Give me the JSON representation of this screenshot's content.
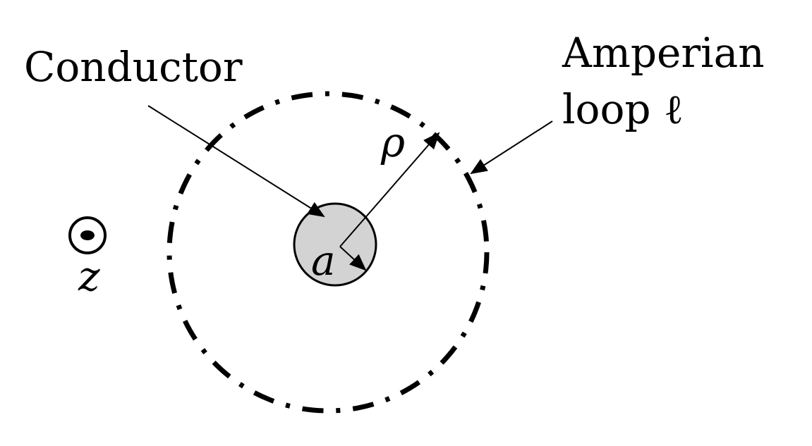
{
  "labels": {
    "conductor": "Conductor",
    "amperian_line1": "Amperian",
    "amperian_line2": "loop ℓ",
    "rho": "ρ",
    "a": "a",
    "z": "z"
  },
  "colors": {
    "ink": "#000000",
    "conductor_fill": "#d3d3d3",
    "background": "#ffffff"
  },
  "icons": {
    "z_axis": "out-of-page-dot-circle-icon"
  }
}
